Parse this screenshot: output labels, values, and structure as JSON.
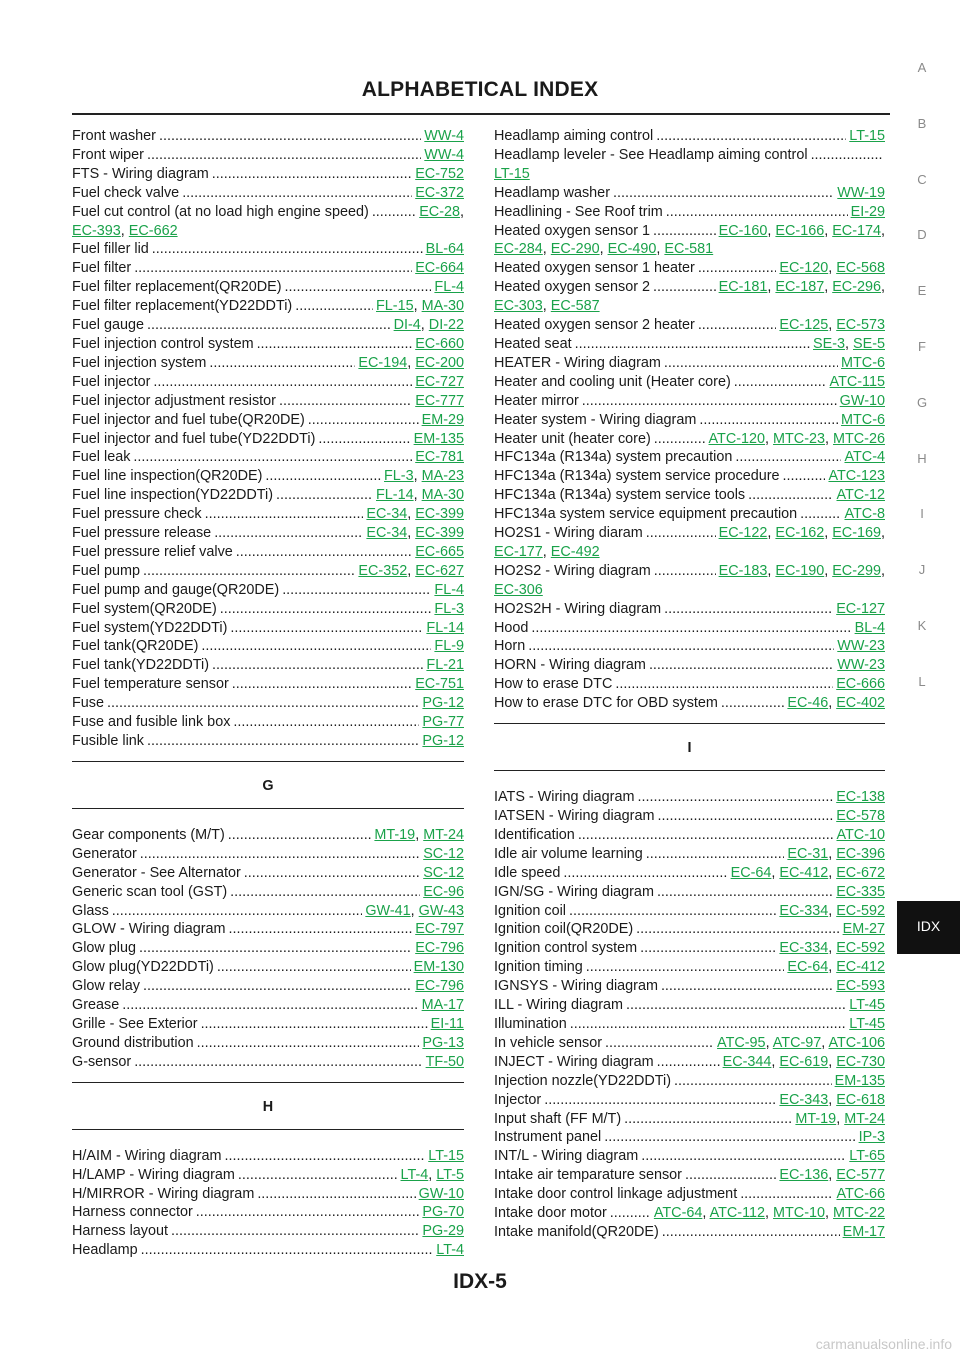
{
  "header": {
    "title": "ALPHABETICAL INDEX"
  },
  "footer": {
    "page_number": "IDX-5",
    "watermark": "carmanualsonline.info"
  },
  "side_tabs": {
    "letters": [
      "A",
      "B",
      "C",
      "D",
      "E",
      "F",
      "G",
      "H",
      "I",
      "J",
      "K",
      "L"
    ],
    "active": "IDX"
  },
  "left_column": [
    {
      "label": "Front washer",
      "refs": [
        "WW-4"
      ]
    },
    {
      "label": "Front wiper",
      "refs": [
        "WW-4"
      ]
    },
    {
      "label": "FTS - Wiring diagram",
      "refs": [
        "EC-752"
      ]
    },
    {
      "label": "Fuel check valve",
      "refs": [
        "EC-372"
      ]
    },
    {
      "label": "Fuel cut control (at no load high engine speed)",
      "refs": [
        "EC-28"
      ],
      "refs2": [
        "EC-393",
        "EC-662"
      ]
    },
    {
      "label": "Fuel filler lid",
      "refs": [
        "BL-64"
      ]
    },
    {
      "label": "Fuel filter",
      "refs": [
        "EC-664"
      ]
    },
    {
      "label": "Fuel filter replacement(QR20DE)",
      "refs": [
        "FL-4"
      ]
    },
    {
      "label": "Fuel filter replacement(YD22DDTi)",
      "refs": [
        "FL-15",
        "MA-30"
      ]
    },
    {
      "label": "Fuel gauge",
      "refs": [
        "DI-4",
        "DI-22"
      ]
    },
    {
      "label": "Fuel injection control system",
      "refs": [
        "EC-660"
      ]
    },
    {
      "label": "Fuel injection system",
      "refs": [
        "EC-194",
        "EC-200"
      ]
    },
    {
      "label": "Fuel injector",
      "refs": [
        "EC-727"
      ]
    },
    {
      "label": "Fuel injector adjustment resistor",
      "refs": [
        "EC-777"
      ]
    },
    {
      "label": "Fuel injector and fuel tube(QR20DE)",
      "refs": [
        "EM-29"
      ]
    },
    {
      "label": "Fuel injector and fuel tube(YD22DDTi)",
      "refs": [
        "EM-135"
      ]
    },
    {
      "label": "Fuel leak",
      "refs": [
        "EC-781"
      ]
    },
    {
      "label": "Fuel line inspection(QR20DE)",
      "refs": [
        "FL-3",
        "MA-23"
      ]
    },
    {
      "label": "Fuel line inspection(YD22DDTi)",
      "refs": [
        "FL-14",
        "MA-30"
      ]
    },
    {
      "label": "Fuel pressure check",
      "refs": [
        "EC-34",
        "EC-399"
      ]
    },
    {
      "label": "Fuel pressure release",
      "refs": [
        "EC-34",
        "EC-399"
      ]
    },
    {
      "label": "Fuel pressure relief valve",
      "refs": [
        "EC-665"
      ]
    },
    {
      "label": "Fuel pump",
      "refs": [
        "EC-352",
        "EC-627"
      ]
    },
    {
      "label": "Fuel pump and gauge(QR20DE)",
      "refs": [
        "FL-4"
      ]
    },
    {
      "label": "Fuel system(QR20DE)",
      "refs": [
        "FL-3"
      ]
    },
    {
      "label": "Fuel system(YD22DDTi)",
      "refs": [
        "FL-14"
      ]
    },
    {
      "label": "Fuel tank(QR20DE)",
      "refs": [
        "FL-9"
      ]
    },
    {
      "label": "Fuel tank(YD22DDTi)",
      "refs": [
        "FL-21"
      ]
    },
    {
      "label": "Fuel temperature sensor",
      "refs": [
        "EC-751"
      ]
    },
    {
      "label": "Fuse",
      "refs": [
        "PG-12"
      ]
    },
    {
      "label": "Fuse and fusible link box",
      "refs": [
        "PG-77"
      ]
    },
    {
      "label": "Fusible link",
      "refs": [
        "PG-12"
      ]
    },
    {
      "section": "G"
    },
    {
      "label": "Gear components (M/T)",
      "refs": [
        "MT-19",
        "MT-24"
      ]
    },
    {
      "label": "Generator",
      "refs": [
        "SC-12"
      ]
    },
    {
      "label": "Generator - See Alternator",
      "refs": [
        "SC-12"
      ]
    },
    {
      "label": "Generic scan tool (GST)",
      "refs": [
        "EC-96"
      ]
    },
    {
      "label": "Glass",
      "refs": [
        "GW-41",
        "GW-43"
      ]
    },
    {
      "label": "GLOW - Wiring diagram",
      "refs": [
        "EC-797"
      ]
    },
    {
      "label": "Glow plug",
      "refs": [
        "EC-796"
      ]
    },
    {
      "label": "Glow plug(YD22DDTi)",
      "refs": [
        "EM-130"
      ]
    },
    {
      "label": "Glow relay",
      "refs": [
        "EC-796"
      ]
    },
    {
      "label": "Grease",
      "refs": [
        "MA-17"
      ]
    },
    {
      "label": "Grille - See Exterior",
      "refs": [
        "EI-11"
      ]
    },
    {
      "label": "Ground distribution",
      "refs": [
        "PG-13"
      ]
    },
    {
      "label": "G-sensor",
      "refs": [
        "TF-50"
      ]
    },
    {
      "section": "H"
    },
    {
      "label": "H/AIM - Wiring diagram",
      "refs": [
        "LT-15"
      ]
    },
    {
      "label": "H/LAMP - Wiring diagram",
      "refs": [
        "LT-4",
        "LT-5"
      ]
    },
    {
      "label": "H/MIRROR - Wiring diagram",
      "refs": [
        "GW-10"
      ]
    },
    {
      "label": "Harness connector",
      "refs": [
        "PG-70"
      ]
    },
    {
      "label": "Harness layout",
      "refs": [
        "PG-29"
      ]
    },
    {
      "label": "Headlamp",
      "refs": [
        "LT-4"
      ]
    }
  ],
  "right_column": [
    {
      "label": "Headlamp aiming control",
      "refs": [
        "LT-15"
      ]
    },
    {
      "label": "Headlamp leveler - See Headlamp aiming control",
      "refs": [],
      "refs2": [
        "LT-15"
      ]
    },
    {
      "label": "Headlamp washer",
      "refs": [
        "WW-19"
      ]
    },
    {
      "label": "Headlining - See Roof trim",
      "refs": [
        "EI-29"
      ]
    },
    {
      "label": "Heated oxygen sensor 1",
      "refs": [
        "EC-160",
        "EC-166",
        "EC-174"
      ],
      "refs2": [
        "EC-284",
        "EC-290",
        "EC-490",
        "EC-581"
      ]
    },
    {
      "label": "Heated oxygen sensor 1 heater",
      "refs": [
        "EC-120",
        "EC-568"
      ]
    },
    {
      "label": "Heated oxygen sensor 2",
      "refs": [
        "EC-181",
        "EC-187",
        "EC-296"
      ],
      "refs2": [
        "EC-303",
        "EC-587"
      ]
    },
    {
      "label": "Heated oxygen sensor 2 heater",
      "refs": [
        "EC-125",
        "EC-573"
      ]
    },
    {
      "label": "Heated seat",
      "refs": [
        "SE-3",
        "SE-5"
      ]
    },
    {
      "label": "HEATER - Wiring diagram",
      "refs": [
        "MTC-6"
      ]
    },
    {
      "label": "Heater and cooling unit (Heater core)",
      "refs": [
        "ATC-115"
      ]
    },
    {
      "label": "Heater mirror",
      "refs": [
        "GW-10"
      ]
    },
    {
      "label": "Heater system - Wiring diagram",
      "refs": [
        "MTC-6"
      ]
    },
    {
      "label": "Heater unit (heater core)",
      "refs": [
        "ATC-120",
        "MTC-23",
        "MTC-26"
      ]
    },
    {
      "label": "HFC134a (R134a) system precaution",
      "refs": [
        "ATC-4"
      ]
    },
    {
      "label": "HFC134a (R134a) system service procedure",
      "refs": [
        "ATC-123"
      ]
    },
    {
      "label": "HFC134a (R134a) system service tools",
      "refs": [
        "ATC-12"
      ]
    },
    {
      "label": "HFC134a system service equipment precaution",
      "refs": [
        "ATC-8"
      ]
    },
    {
      "label": "HO2S1 - Wiring diaram",
      "refs": [
        "EC-122",
        "EC-162",
        "EC-169"
      ],
      "refs2": [
        "EC-177",
        "EC-492"
      ]
    },
    {
      "label": "HO2S2 - Wiring diagram",
      "refs": [
        "EC-183",
        "EC-190",
        "EC-299"
      ],
      "refs2": [
        "EC-306"
      ]
    },
    {
      "label": "HO2S2H - Wiring diagram",
      "refs": [
        "EC-127"
      ]
    },
    {
      "label": "Hood",
      "refs": [
        "BL-4"
      ]
    },
    {
      "label": "Horn",
      "refs": [
        "WW-23"
      ]
    },
    {
      "label": "HORN - Wiring diagram",
      "refs": [
        "WW-23"
      ]
    },
    {
      "label": "How to erase DTC",
      "refs": [
        "EC-666"
      ]
    },
    {
      "label": "How to erase DTC for OBD system",
      "refs": [
        "EC-46",
        "EC-402"
      ]
    },
    {
      "section": "I"
    },
    {
      "label": "IATS - Wiring diagram",
      "refs": [
        "EC-138"
      ]
    },
    {
      "label": "IATSEN - Wiring diagram",
      "refs": [
        "EC-578"
      ]
    },
    {
      "label": "Identification",
      "refs": [
        "ATC-10"
      ]
    },
    {
      "label": "Idle air volume learning",
      "refs": [
        "EC-31",
        "EC-396"
      ]
    },
    {
      "label": "Idle speed",
      "refs": [
        "EC-64",
        "EC-412",
        "EC-672"
      ]
    },
    {
      "label": "IGN/SG - Wiring diagram",
      "refs": [
        "EC-335"
      ]
    },
    {
      "label": "Ignition coil",
      "refs": [
        "EC-334",
        "EC-592"
      ]
    },
    {
      "label": "Ignition coil(QR20DE)",
      "refs": [
        "EM-27"
      ]
    },
    {
      "label": "Ignition control system",
      "refs": [
        "EC-334",
        "EC-592"
      ]
    },
    {
      "label": "Ignition timing",
      "refs": [
        "EC-64",
        "EC-412"
      ]
    },
    {
      "label": "IGNSYS - Wiring diagram",
      "refs": [
        "EC-593"
      ]
    },
    {
      "label": "ILL - Wiring diagram",
      "refs": [
        "LT-45"
      ]
    },
    {
      "label": "Illumination",
      "refs": [
        "LT-45"
      ]
    },
    {
      "label": "In vehicle sensor",
      "refs": [
        "ATC-95",
        "ATC-97",
        "ATC-106"
      ]
    },
    {
      "label": "INJECT - Wiring diagram",
      "refs": [
        "EC-344",
        "EC-619",
        "EC-730"
      ]
    },
    {
      "label": "Injection nozzle(YD22DDTi)",
      "refs": [
        "EM-135"
      ]
    },
    {
      "label": "Injector",
      "refs": [
        "EC-343",
        "EC-618"
      ]
    },
    {
      "label": "Input shaft (FF M/T)",
      "refs": [
        "MT-19",
        "MT-24"
      ]
    },
    {
      "label": "Instrument panel",
      "refs": [
        "IP-3"
      ]
    },
    {
      "label": "INT/L - Wiring diagram",
      "refs": [
        "LT-65"
      ]
    },
    {
      "label": "Intake air temparature sensor",
      "refs": [
        "EC-136",
        "EC-577"
      ]
    },
    {
      "label": "Intake door control linkage adjustment",
      "refs": [
        "ATC-66"
      ]
    },
    {
      "label": "Intake door motor",
      "refs": [
        "ATC-64",
        "ATC-112",
        "MTC-10",
        "MTC-22"
      ]
    },
    {
      "label": "Intake manifold(QR20DE)",
      "refs": [
        "EM-17"
      ]
    }
  ]
}
